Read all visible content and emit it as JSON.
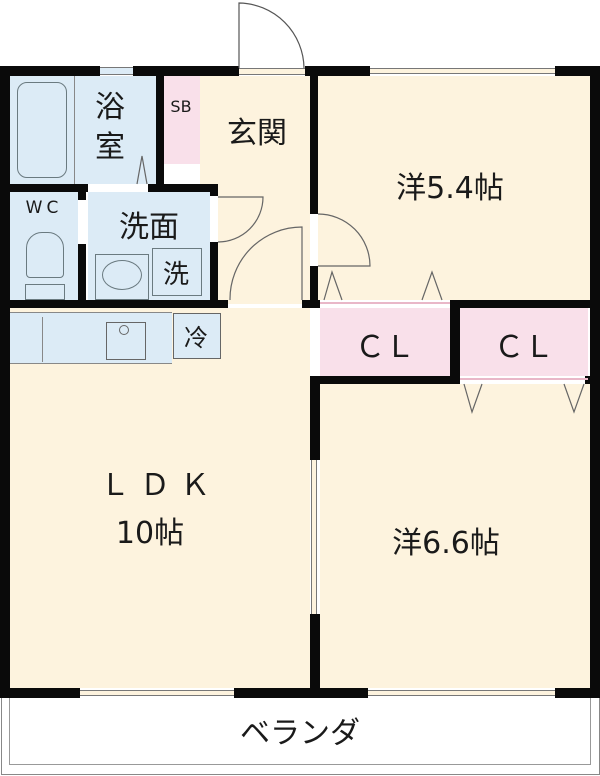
{
  "floor_plan": {
    "rooms": {
      "bathroom": {
        "label": "浴室"
      },
      "shoe_box": {
        "label": "SB"
      },
      "entrance": {
        "label": "玄関"
      },
      "western_room_1": {
        "label": "洋5.4帖"
      },
      "toilet": {
        "label": "WC"
      },
      "washroom": {
        "label": "洗面"
      },
      "washing_machine": {
        "label": "洗"
      },
      "refrigerator": {
        "label": "冷"
      },
      "closet_1": {
        "label": "ＣＬ"
      },
      "closet_2": {
        "label": "ＣＬ"
      },
      "ldk": {
        "label": "ＬＤＫ",
        "size": "10帖"
      },
      "western_room_2": {
        "label": "洋6.6帖"
      },
      "balcony": {
        "label": "ベランダ"
      }
    },
    "colors": {
      "wall": "#0a0a0a",
      "wet_area": "#dcebf6",
      "living_area": "#fdf3de",
      "storage": "#f9e0ea"
    }
  }
}
